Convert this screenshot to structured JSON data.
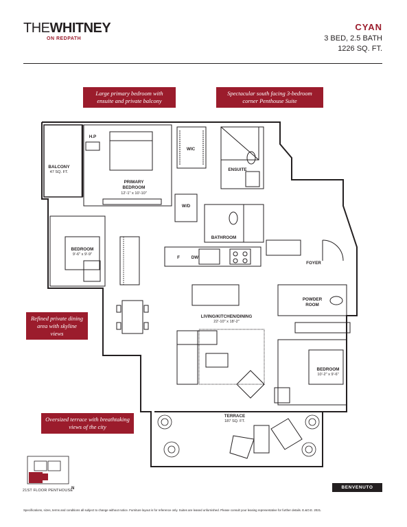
{
  "brand": {
    "name_thin": "THE",
    "name_bold": "WHITNEY",
    "subtitle": "ON REDPATH"
  },
  "unit": {
    "name": "CYAN",
    "beds_baths": "3 BED, 2.5 BATH",
    "area": "1226 SQ. FT."
  },
  "callouts": [
    {
      "text": "Large primary bedroom with ensuite and private balcony"
    },
    {
      "text": "Spectacular south facing 3-bedroom corner Penthouse Suite"
    },
    {
      "text": "Refined private dining area with skyline views"
    },
    {
      "text": "Oversized terrace with breathtaking views of the city"
    }
  ],
  "rooms": {
    "balcony": {
      "name": "BALCONY",
      "size": "47 SQ. FT."
    },
    "primary_bedroom": {
      "name": "PRIMARY BEDROOM",
      "size": "12'-1\" x 10'-10\""
    },
    "wic": {
      "name": "WIC"
    },
    "ensuite": {
      "name": "ENSUITE"
    },
    "wd": {
      "name": "W/D"
    },
    "bathroom": {
      "name": "BATHROOM"
    },
    "bedroom_left": {
      "name": "BEDROOM",
      "size": "9'-6\" x 9'-9\""
    },
    "foyer": {
      "name": "FOYER"
    },
    "powder_room": {
      "name": "POWDER ROOM"
    },
    "living": {
      "name": "LIVING/KITCHEN/DINING",
      "size": "22'-10\" x 18'-2\""
    },
    "bedroom_right": {
      "name": "BEDROOM",
      "size": "10'-2\" x 9'-6\""
    },
    "terrace": {
      "name": "TERRACE",
      "size": "187 SQ. FT."
    }
  },
  "appliances": {
    "fridge": "F",
    "dishwasher": "DW",
    "hp": "H.P"
  },
  "keyplan": {
    "label": "21ST FLOOR PENTHOUSE",
    "north": "N"
  },
  "developer": {
    "logo": "BENVENUTO GROUP"
  },
  "footer": {
    "disclaimer": "Specifications, sizes, terms and conditions all subject to change without notice. Furniture layout is for reference only. Suites are leased unfurnished. Please consult your leasing representative for further details. E.&O.E. 2021."
  },
  "colors": {
    "accent": "#9b1c2c",
    "ink": "#231f20"
  }
}
